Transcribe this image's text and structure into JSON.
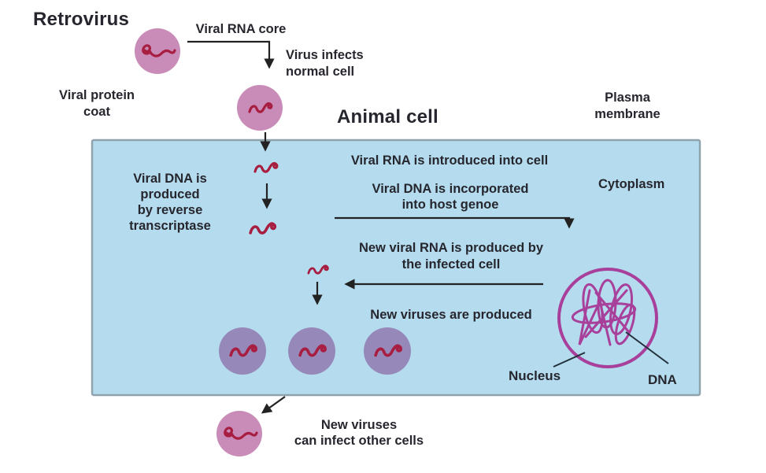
{
  "diagram": {
    "title": "Retrovirus",
    "cell_title": "Animal cell",
    "labels": {
      "viral_rna_core": "Viral RNA core",
      "virus_infects": "Virus infects\nnormal cell",
      "viral_protein_coat": "Viral protein\ncoat",
      "plasma_membrane": "Plasma\nmembrane",
      "rna_introduced": "Viral RNA is introduced into cell",
      "dna_incorporated": "Viral DNA is incorporated\ninto host genoe",
      "cytoplasm": "Cytoplasm",
      "dna_produced": "Viral DNA is\nproduced\nby reverse\ntranscriptase",
      "new_rna": "New viral RNA is produced by\nthe infected cell",
      "new_viruses_produced": "New viruses are produced",
      "nucleus": "Nucleus",
      "dna": "DNA",
      "new_viruses_infect": "New viruses\ncan infect other cells"
    },
    "icons": {
      "retrovirus_virion": "pink circle with viral RNA squiggle",
      "infected_virions": "purple circles with viral RNA squiggle",
      "nucleus": "magenta circle with tangled DNA"
    }
  },
  "colors": {
    "cell_fill": "#b5dcee",
    "cell_border": "#8fa3ad",
    "virus_pink": "#c98cb8",
    "virus_purple": "#9689ba",
    "squiggle_red": "#a81e41",
    "nucleus_stroke": "#a8409b",
    "text": "#26262e",
    "arrow": "#222222",
    "background": "#ffffff"
  }
}
